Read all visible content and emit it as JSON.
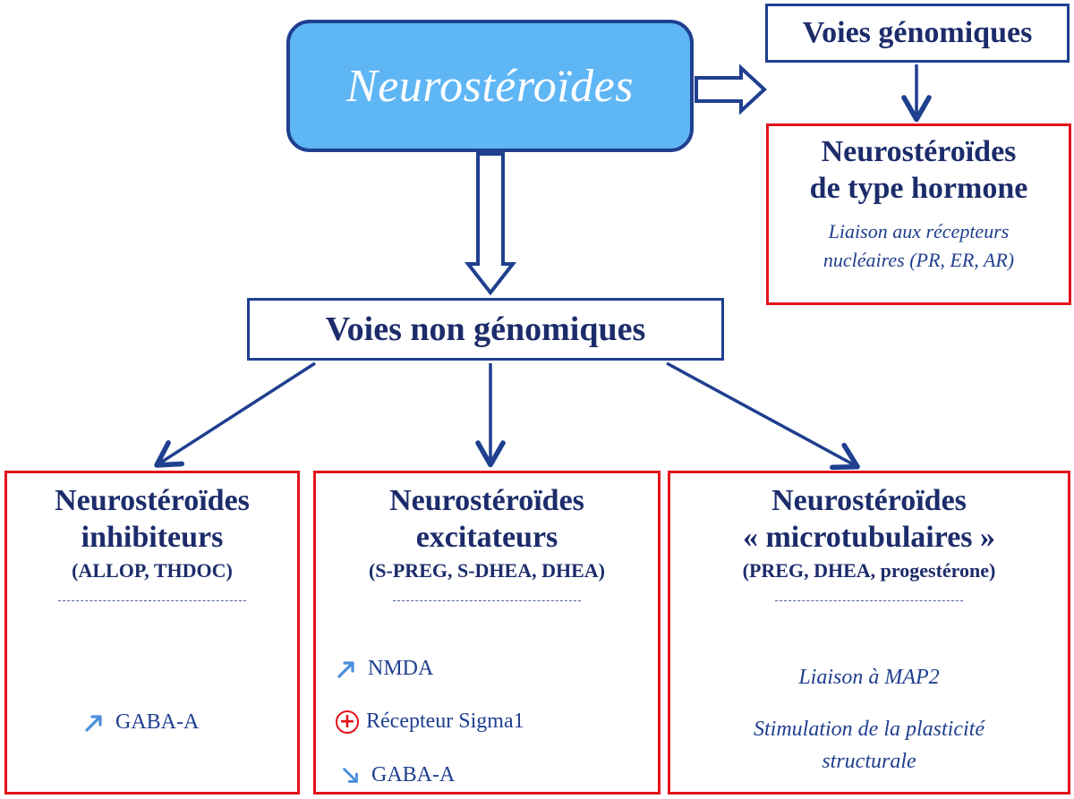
{
  "root": {
    "title": "Neurostéroïdes"
  },
  "genomic": {
    "title": "Voies génomiques",
    "card": {
      "title_line1": "Neurostéroïdes",
      "title_line2": "de type hormone",
      "desc_line1": "Liaison aux récepteurs",
      "desc_line2": "nucléaires (PR, ER, AR)"
    }
  },
  "nongenomic": {
    "title": "Voies non génomiques"
  },
  "columns": {
    "inhib": {
      "title_line1": "Neurostéroïdes",
      "title_line2": "inhibiteurs",
      "subtitle": "(ALLOP, THDOC)",
      "effects": [
        {
          "label": "GABA-A",
          "icon": "arrow-up-icon"
        }
      ]
    },
    "excit": {
      "title_line1": "Neurostéroïdes",
      "title_line2": "excitateurs",
      "subtitle": "(S-PREG, S-DHEA, DHEA)",
      "effects": [
        {
          "label": "NMDA",
          "icon": "arrow-up-icon"
        },
        {
          "label": "Récepteur Sigma1",
          "icon": "plus-circle-icon"
        },
        {
          "label": "GABA-A",
          "icon": "arrow-down-icon"
        }
      ]
    },
    "micro": {
      "title_line1": "Neurostéroïdes",
      "title_line2": "« microtubulaires »",
      "subtitle": "(PREG, DHEA, progestérone)",
      "desc1": "Liaison à MAP2",
      "desc2_line1": "Stimulation de la plasticité",
      "desc2_line2": "structurale"
    }
  },
  "colors": {
    "navy": "#1f3f8f",
    "root_fill": "#5fb6f5",
    "red_border": "#e3131b",
    "effect_arrow": "#4a8fdc"
  }
}
